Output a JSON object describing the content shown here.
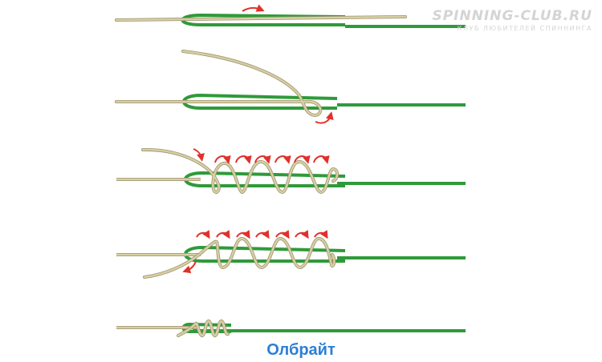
{
  "watermark": {
    "title": "SPINNING-CLUB.RU",
    "subtitle": "КЛУБ ЛЮБИТЕЛЕЙ СПИННИНГА"
  },
  "caption": "Олбрайт",
  "steps": [
    {
      "name": "step-1",
      "description_visible": false
    },
    {
      "name": "step-2",
      "description_visible": false
    },
    {
      "name": "step-3",
      "description_visible": false
    },
    {
      "name": "step-4",
      "description_visible": false
    },
    {
      "name": "step-5",
      "description_visible": false
    }
  ],
  "colors": {
    "main_line": "#2f9a3a",
    "leader_line": "#d8cfa2",
    "leader_outline": "#9d9472",
    "arrow": "#e0312b",
    "caption": "#2c7fd4",
    "watermark": "#d4d4d4"
  }
}
